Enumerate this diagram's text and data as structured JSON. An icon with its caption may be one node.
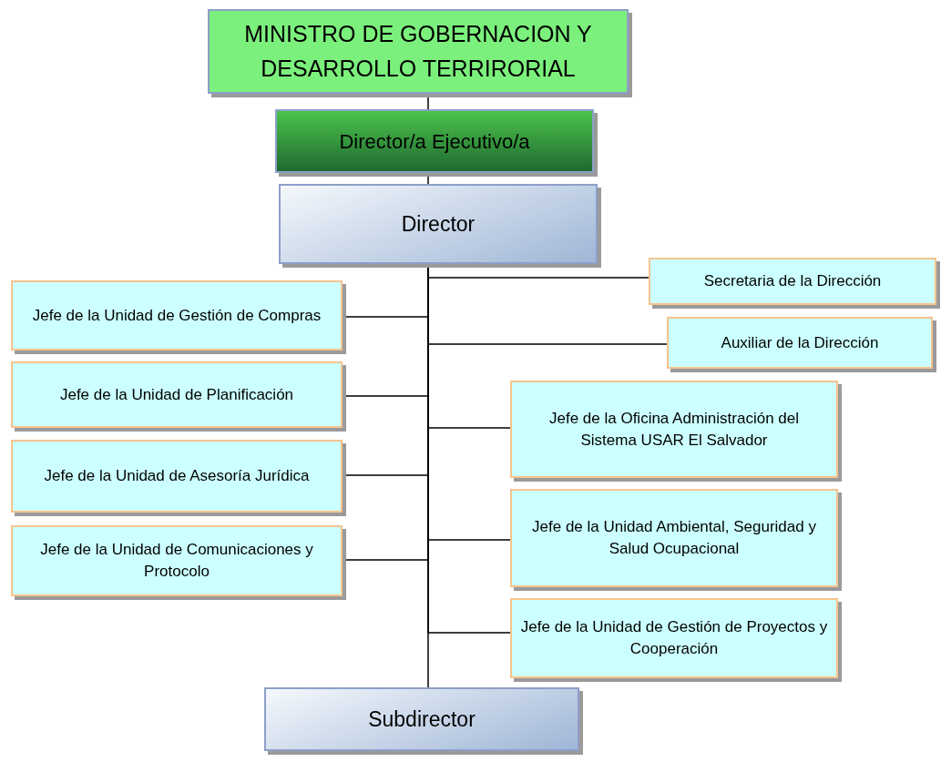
{
  "diagram": {
    "nodes": [
      {
        "text": [
          "MINISTRO DE GOBERNACION Y DESARROLLO TERRIRORIAL"
        ]
      },
      {
        "text": [
          "Director/a Ejecutivo/a"
        ]
      },
      {
        "text": [
          "Director"
        ]
      },
      {
        "text": [
          "Secretaria de la Dirección"
        ]
      },
      {
        "text": [
          "Jefe de la Unidad de Gestión de Compras"
        ]
      },
      {
        "text": [
          "Auxiliar de la Dirección"
        ]
      },
      {
        "text": [
          "Jefe de la Unidad de Planificación"
        ]
      },
      {
        "text": [
          "Jefe de la Oficina Administración del Sistema USAR El Salvador"
        ]
      },
      {
        "text": [
          "Jefe de la Unidad de Asesoría Jurídica"
        ]
      },
      {
        "text": [
          "Jefe de la Unidad Ambiental, Seguridad y Salud Ocupacional"
        ]
      },
      {
        "text": [
          "Jefe de la Unidad de Comunicaciones y Protocolo"
        ]
      },
      {
        "text": [
          "Jefe de la Unidad de Gestión de Proyectos y Cooperación"
        ]
      },
      {
        "text": [
          "Subdirector"
        ]
      }
    ],
    "edges": [
      {
        "from": 0,
        "to": 1,
        "arrow": "none"
      },
      {
        "from": 1,
        "to": 2,
        "arrow": "none"
      },
      {
        "from": 2,
        "to": 3,
        "arrow": "none"
      },
      {
        "from": 2,
        "to": 4,
        "arrow": "none"
      },
      {
        "from": 2,
        "to": 5,
        "arrow": "none"
      },
      {
        "from": 2,
        "to": 6,
        "arrow": "none"
      },
      {
        "from": 2,
        "to": 7,
        "arrow": "none"
      },
      {
        "from": 2,
        "to": 8,
        "arrow": "none"
      },
      {
        "from": 2,
        "to": 9,
        "arrow": "none"
      },
      {
        "from": 2,
        "to": 10,
        "arrow": "none"
      },
      {
        "from": 2,
        "to": 11,
        "arrow": "none"
      },
      {
        "from": 2,
        "to": 12,
        "arrow": "none"
      }
    ]
  }
}
